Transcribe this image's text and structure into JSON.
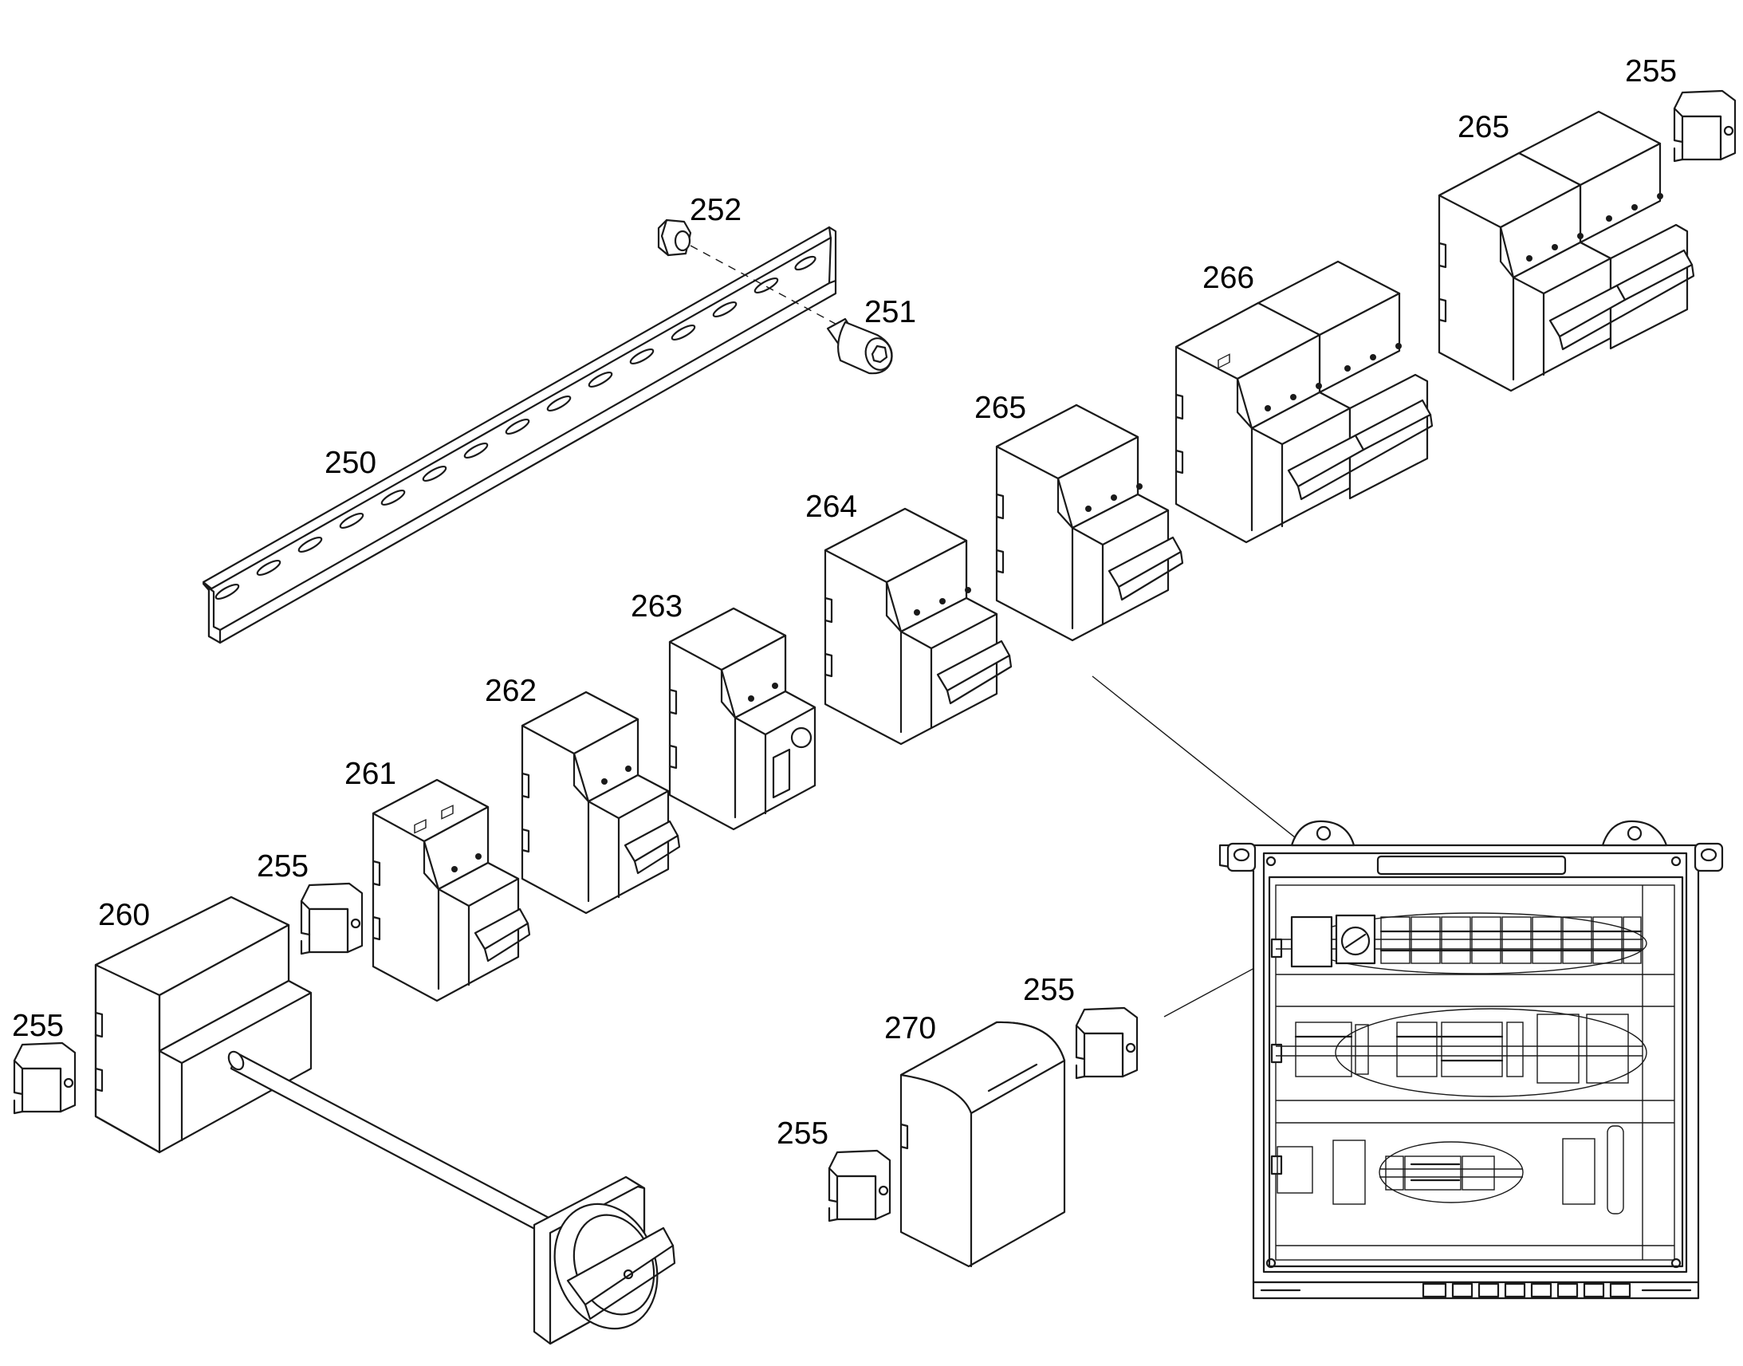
{
  "labels": {
    "l250": "250",
    "l251": "251",
    "l252": "252",
    "l255a": "255",
    "l255b": "255",
    "l255c": "255",
    "l255d": "255",
    "l255e": "255",
    "l260": "260",
    "l261": "261",
    "l262": "262",
    "l263": "263",
    "l264": "264",
    "l265a": "265",
    "l265b": "265",
    "l266": "266",
    "l270": "270"
  },
  "colors": {
    "stroke": "#1a1a1a",
    "background": "#ffffff"
  }
}
